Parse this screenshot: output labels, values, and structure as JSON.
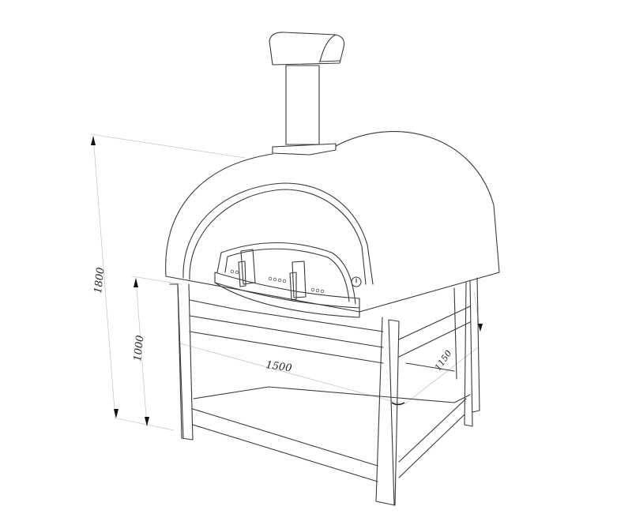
{
  "drawing": {
    "subject": "Wood-fired pizza oven on stand — isometric line drawing with dimensions",
    "units": "mm",
    "dimensions": {
      "total_height": "1800",
      "stand_height": "1000",
      "width": "1500",
      "depth": "1150"
    },
    "colors": {
      "line": "#3a3a3a",
      "dimension_line": "#c8c8c8",
      "text": "#222222",
      "background": "#ffffff"
    },
    "parts": [
      "chimney-cap",
      "chimney-pipe",
      "chimney-flange",
      "dome",
      "oven-mouth",
      "door-handles",
      "thermometer",
      "top-shelf",
      "bottom-shelf",
      "legs"
    ]
  }
}
